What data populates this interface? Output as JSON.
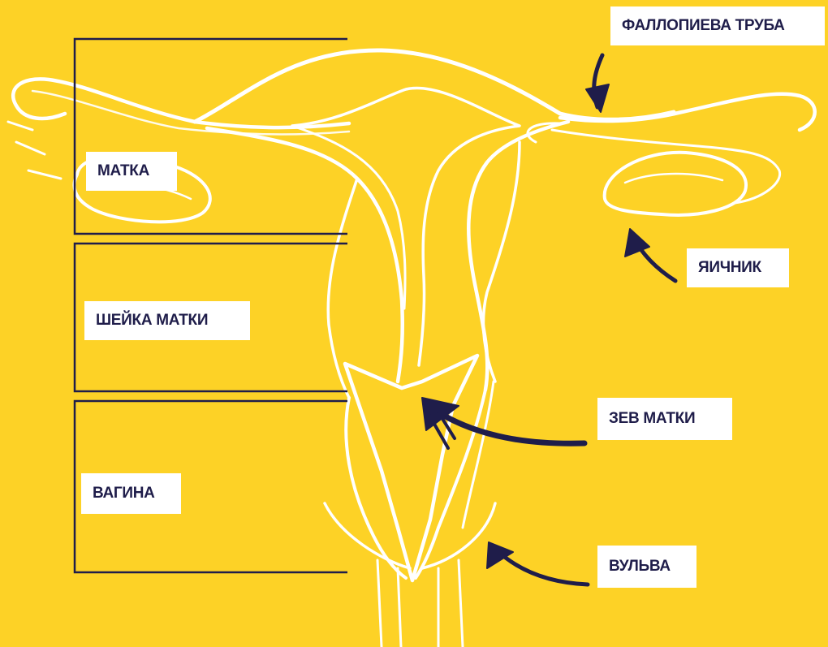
{
  "colors": {
    "background": "#FDD226",
    "drawing": "#FFFFFF",
    "bracket": "#1F1D4A",
    "arrow": "#1F1D4A",
    "label_text": "#1F1D4A",
    "label_bg": "#FFFFFF"
  },
  "labels": {
    "uterus": "МАТКА",
    "cervix": "ШЕЙКА МАТКИ",
    "vagina": "ВАГИНА",
    "fallopian_tube": "ФАЛЛОПИЕВА ТРУБА",
    "ovary": "ЯИЧНИК",
    "cervical_os": "ЗЕВ МАТКИ",
    "vulva": "ВУЛЬВА"
  }
}
